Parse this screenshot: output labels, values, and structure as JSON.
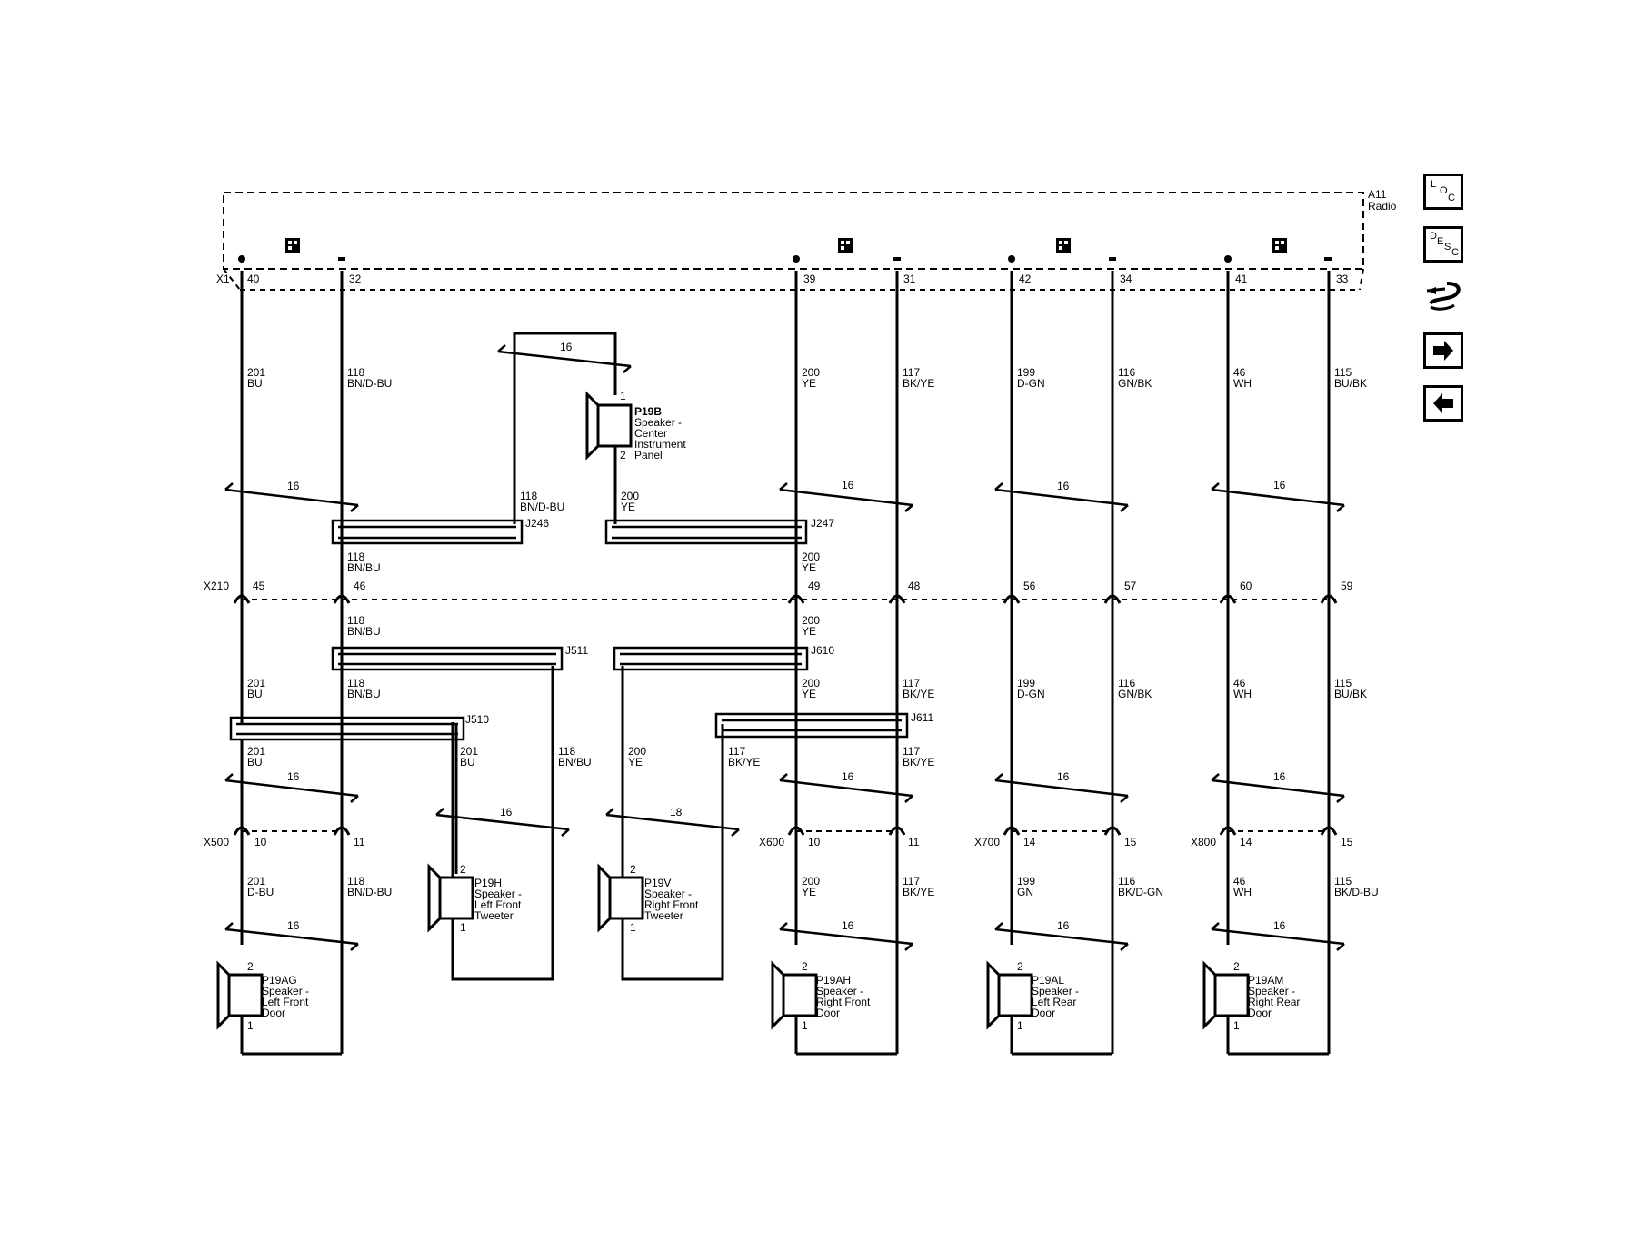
{
  "module": {
    "name": "A11",
    "desc": "Radio",
    "connector": "X1"
  },
  "nav": {
    "loc": [
      "L",
      "O",
      "C"
    ],
    "desc": [
      "D",
      "E",
      "S",
      "C"
    ]
  },
  "inline_connectors": [
    "X210",
    "X500",
    "X600",
    "X700",
    "X800"
  ],
  "columns": [
    {
      "x1": "40",
      "x210": "45",
      "xlow": "10",
      "wire1": [
        "201",
        "BU"
      ],
      "wire2": [
        "201",
        "BU"
      ],
      "wire3": [
        "201",
        "D-BU"
      ]
    },
    {
      "x1": "32",
      "x210": "46",
      "xlow": "11",
      "wire1": [
        "118",
        "BN/D-BU"
      ],
      "wire2": [
        "118",
        "BN/BU"
      ],
      "wire3": [
        "118",
        "BN/D-BU"
      ]
    },
    {
      "x1": "39",
      "x210": "49",
      "xlow": "10",
      "wire1": [
        "200",
        "YE"
      ],
      "wire2": [
        "200",
        "YE"
      ],
      "wire3": [
        "200",
        "YE"
      ]
    },
    {
      "x1": "31",
      "x210": "48",
      "xlow": "11",
      "wire1": [
        "117",
        "BK/YE"
      ],
      "wire2": [
        "117",
        "BK/YE"
      ],
      "wire3": [
        "117",
        "BK/YE"
      ]
    },
    {
      "x1": "42",
      "x210": "56",
      "xlow": "14",
      "wire1": [
        "199",
        "D-GN"
      ],
      "wire2": [
        "199",
        "D-GN"
      ],
      "wire3": [
        "199",
        "GN"
      ]
    },
    {
      "x1": "34",
      "x210": "57",
      "xlow": "15",
      "wire1": [
        "116",
        "GN/BK"
      ],
      "wire2": [
        "116",
        "GN/BK"
      ],
      "wire3": [
        "116",
        "BK/D-GN"
      ]
    },
    {
      "x1": "41",
      "x210": "60",
      "xlow": "14",
      "wire1": [
        "46",
        "WH"
      ],
      "wire2": [
        "46",
        "WH"
      ],
      "wire3": [
        "46",
        "WH"
      ]
    },
    {
      "x1": "33",
      "x210": "59",
      "xlow": "15",
      "wire1": [
        "115",
        "BU/BK"
      ],
      "wire2": [
        "115",
        "BU/BK"
      ],
      "wire3": [
        "115",
        "BK/D-BU"
      ]
    }
  ],
  "splices": {
    "j246": {
      "id": "J246",
      "in": [
        "118",
        "BN/D-BU"
      ],
      "out": [
        "118",
        "BN/BU"
      ]
    },
    "j247": {
      "id": "J247",
      "in": [
        "200",
        "YE"
      ],
      "out": [
        "200",
        "YE"
      ]
    },
    "j510": {
      "id": "J510",
      "out": [
        "201",
        "BU"
      ],
      "below": [
        "201",
        "BU"
      ]
    },
    "j511": {
      "id": "J511",
      "out": [
        "118",
        "BN/BU"
      ],
      "in": [
        "118",
        "BN/BU"
      ]
    },
    "j610": {
      "id": "J610",
      "in": [
        "200",
        "YE"
      ],
      "out": [
        "200",
        "YE"
      ]
    },
    "j611": {
      "id": "J611",
      "out": [
        "117",
        "BK/YE"
      ],
      "below": [
        "117",
        "BK/YE"
      ]
    }
  },
  "gauge": "16",
  "gauge_alt": "18",
  "speakers": [
    {
      "id": "P19B",
      "lines": [
        "Speaker -",
        "Center",
        "Instrument",
        "Panel"
      ],
      "pin_top": "1",
      "pin_bot": "2"
    },
    {
      "id": "P19H",
      "lines": [
        "Speaker -",
        "Left Front",
        "Tweeter"
      ],
      "pin_top": "2",
      "pin_bot": "1"
    },
    {
      "id": "P19V",
      "lines": [
        "Speaker -",
        "Right Front",
        "Tweeter"
      ],
      "pin_top": "2",
      "pin_bot": "1"
    },
    {
      "id": "P19AG",
      "lines": [
        "Speaker -",
        "Left Front",
        "Door"
      ],
      "pin_top": "2",
      "pin_bot": "1"
    },
    {
      "id": "P19AH",
      "lines": [
        "Speaker -",
        "Right Front",
        "Door"
      ],
      "pin_top": "2",
      "pin_bot": "1"
    },
    {
      "id": "P19AL",
      "lines": [
        "Speaker -",
        "Left Rear",
        "Door"
      ],
      "pin_top": "2",
      "pin_bot": "1"
    },
    {
      "id": "P19AM",
      "lines": [
        "Speaker -",
        "Right Rear",
        "Door"
      ],
      "pin_top": "2",
      "pin_bot": "1"
    }
  ]
}
